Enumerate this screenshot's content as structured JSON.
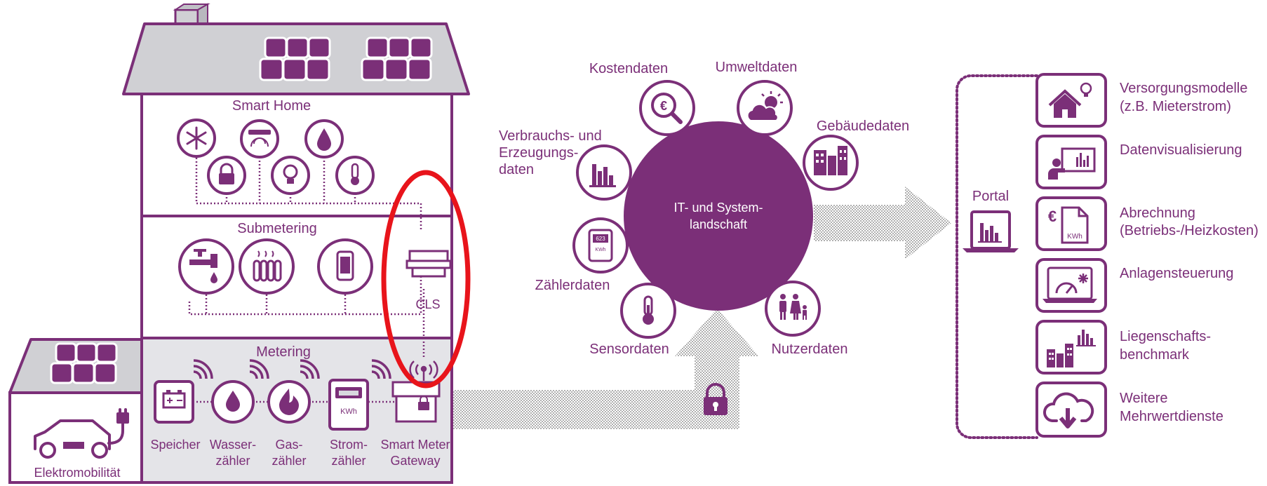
{
  "house": {
    "smart_home": "Smart Home",
    "submetering": "Submetering",
    "metering": "Metering",
    "cls": "CLS",
    "elektromobilitaet": "Elektromobilität",
    "meters": [
      {
        "line1": "Speicher",
        "line2": ""
      },
      {
        "line1": "Wasser-",
        "line2": "zähler"
      },
      {
        "line1": "Gas-",
        "line2": "zähler"
      },
      {
        "line1": "Strom-",
        "line2": "zähler"
      },
      {
        "line1": "Smart Meter",
        "line2": "Gateway"
      }
    ],
    "meter_kwh": "KWh",
    "meter_display": "623"
  },
  "center": {
    "line1": "IT- und System-",
    "line2": "landschaft"
  },
  "data_nodes": {
    "kostendaten": "Kostendaten",
    "umweltdaten": "Umweltdaten",
    "gebaeudedaten": "Gebäudedaten",
    "verbrauch": [
      "Verbrauchs- und",
      "Erzeugungs-",
      "daten"
    ],
    "zaehlerdaten": "Zählerdaten",
    "sensordaten": "Sensordaten",
    "nutzerdaten": "Nutzerdaten"
  },
  "portal": {
    "label": "Portal"
  },
  "services": [
    {
      "line1": "Versorgungsmodelle",
      "line2": "(z.B. Mieterstrom)"
    },
    {
      "line1": "Datenvisualisierung",
      "line2": ""
    },
    {
      "line1": "Abrechnung",
      "line2": "(Betriebs-/Heizkosten)"
    },
    {
      "line1": "Anlagensteuerung",
      "line2": ""
    },
    {
      "line1": "Liegenschafts-",
      "line2": "benchmark"
    },
    {
      "line1": "Weitere",
      "line2": "Mehrwertdienste"
    }
  ],
  "service_icon_text": {
    "euro": "€",
    "kwh": "KWh"
  },
  "colors": {
    "purple": "#7b2f78",
    "highlight_red": "#e8141b",
    "roof_gray": "#d0d0d4",
    "dots": "#6a6a6a"
  }
}
